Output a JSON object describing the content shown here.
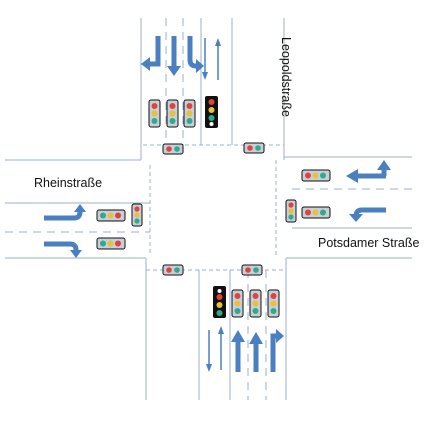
{
  "streets": {
    "west": "Rheinstraße",
    "east": "Potsdamer Straße",
    "north": "Leopoldstraße"
  },
  "colors": {
    "road_edge": "#9ab0c8",
    "lane_marking": "#9ab0c8",
    "arrow": "#4a7fc1",
    "signal_housing": "#c7cfd9",
    "signal_red": "#e0433a",
    "signal_yellow": "#e8c13a",
    "signal_green": "#2faa8a",
    "pedestrian_housing": "#111111"
  },
  "signals": {
    "vehicle": [
      "red",
      "yellow",
      "green"
    ],
    "crosswalk": [
      "red",
      "green"
    ]
  }
}
